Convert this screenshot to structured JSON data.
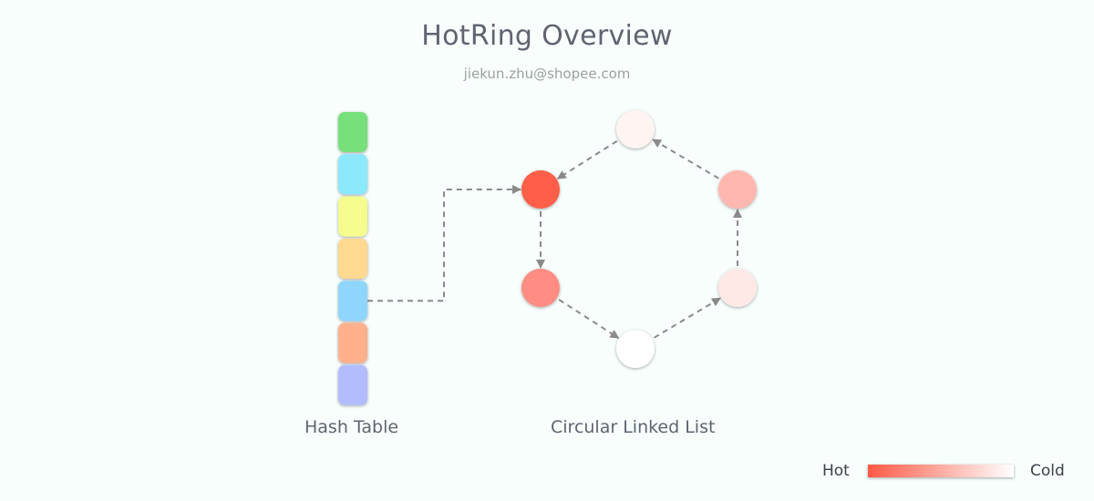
{
  "title": "HotRing Overview",
  "subtitle": "jiekun.zhu@shopee.com",
  "captions": {
    "hash_table": "Hash Table",
    "ring": "Circular Linked List"
  },
  "legend": {
    "hot_label": "Hot",
    "cold_label": "Cold",
    "hot_color": "#ff5a45",
    "cold_color": "#ffffff"
  },
  "hash_table": {
    "bucket_colors": [
      "#77e07a",
      "#8ce8fb",
      "#f5fd8e",
      "#ffd98f",
      "#8fd6fd",
      "#ffb08c",
      "#b3bcff"
    ],
    "linked_bucket": 4
  },
  "ring": {
    "nodes": [
      {
        "id": "n1",
        "color": "#ff5e48"
      },
      {
        "id": "n2",
        "color": "#fff4f2"
      },
      {
        "id": "n3",
        "color": "#ffb7b0"
      },
      {
        "id": "n4",
        "color": "#ffe9e6"
      },
      {
        "id": "n5",
        "color": "#ffffff"
      },
      {
        "id": "n6",
        "color": "#ff8d84"
      }
    ],
    "edges": [
      [
        "n2",
        "n1"
      ],
      [
        "n3",
        "n2"
      ],
      [
        "n4",
        "n3"
      ],
      [
        "n5",
        "n4"
      ],
      [
        "n6",
        "n5"
      ],
      [
        "n1",
        "n6"
      ]
    ]
  }
}
